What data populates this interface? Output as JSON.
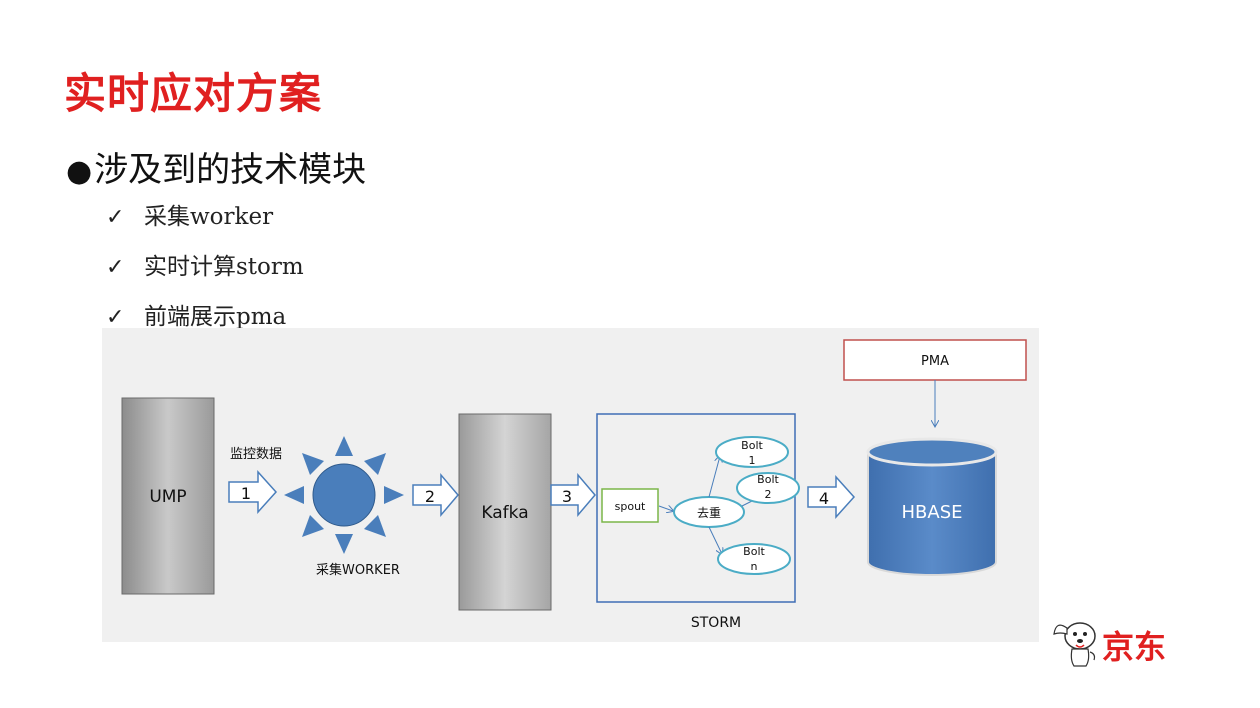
{
  "title": "实时应对方案",
  "main_bullet": {
    "symbol": "●",
    "text": "涉及到的技术模块"
  },
  "sub_items": [
    {
      "check": "✓",
      "label": "采集worker"
    },
    {
      "check": "✓",
      "label": "实时计算storm"
    },
    {
      "check": "✓",
      "label": "前端展示pma"
    }
  ],
  "diagram": {
    "ump_label": "UMP",
    "monitor_label": "监控数据",
    "worker_label": "采集WORKER",
    "kafka_label": "Kafka",
    "storm_label": "STORM",
    "spout_label": "spout",
    "dedup_label": "去重",
    "bolt1_line1": "Bolt",
    "bolt1_line2": "1",
    "bolt2_line1": "Bolt",
    "bolt2_line2": "2",
    "boltn_line1": "Bolt",
    "boltn_line2": "n",
    "hbase_label": "HBASE",
    "pma_label": "PMA",
    "step1": "1",
    "step2": "2",
    "step3": "3",
    "step4": "4"
  },
  "logo": {
    "text": "京东",
    "icon": "jd-dog-mascot-icon"
  },
  "colors": {
    "title_red": "#e02020",
    "sun_blue": "#4a7ebb",
    "arrow_blue": "#4a7ebb",
    "storm_border": "#3f6db5",
    "spout_border": "#7ab648",
    "pma_border": "#c0504d",
    "hbase_blue": "#4f81bd"
  }
}
